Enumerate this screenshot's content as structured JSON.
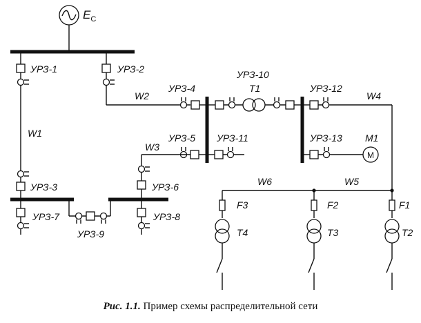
{
  "source": {
    "label_main": "E",
    "label_sub": "C"
  },
  "labels": {
    "uz1": "УРЗ-1",
    "uz2": "УРЗ-2",
    "uz3": "УРЗ-3",
    "uz4": "УРЗ-4",
    "uz5": "УРЗ-5",
    "uz6": "УРЗ-6",
    "uz7": "УРЗ-7",
    "uz8": "УРЗ-8",
    "uz9": "УРЗ-9",
    "uz10": "УРЗ-10",
    "uz11": "УРЗ-11",
    "uz12": "УРЗ-12",
    "uz13": "УРЗ-13",
    "w1": "W1",
    "w2": "W2",
    "w3": "W3",
    "w4": "W4",
    "w5": "W5",
    "w6": "W6",
    "t1": "T1",
    "t2": "T2",
    "t3": "T3",
    "t4": "T4",
    "f1": "F1",
    "f2": "F2",
    "f3": "F3",
    "m1": "M1",
    "motor_symbol": "M"
  },
  "caption": {
    "figure": "Рис. 1.1.",
    "text": "Пример схемы распределительной сети"
  }
}
